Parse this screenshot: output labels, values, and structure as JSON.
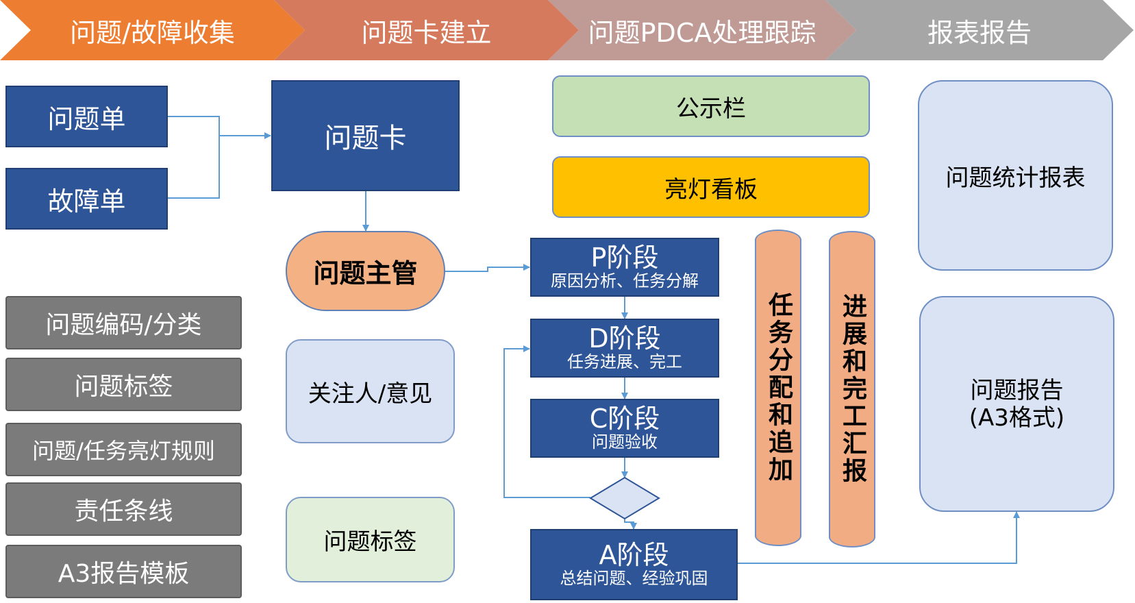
{
  "header": {
    "stages": [
      {
        "label": "问题/故障收集",
        "color": "#ed7d31"
      },
      {
        "label": "问题卡建立",
        "color": "#d57a5c"
      },
      {
        "label": "问题PDCA处理跟踪",
        "color": "#c09a94"
      },
      {
        "label": "报表报告",
        "color": "#a6a6a6"
      }
    ]
  },
  "collection": {
    "issue_ticket": "问题单",
    "fault_ticket": "故障单"
  },
  "config": {
    "items": [
      "问题编码/分类",
      "问题标签",
      "问题/任务亮灯规则",
      "责任条线",
      "A3报告模板"
    ]
  },
  "card": {
    "issue_card": "问题卡",
    "manager": "问题主管",
    "followers": "关注人/意见",
    "tags": "问题标签"
  },
  "pdca": {
    "bulletin": "公示栏",
    "light_board": "亮灯看板",
    "p_title": "P阶段",
    "p_sub": "原因分析、任务分解",
    "d_title": "D阶段",
    "d_sub": "任务进展、完工",
    "c_title": "C阶段",
    "c_sub": "问题验收",
    "a_title": "A阶段",
    "a_sub": "总结问题、经验巩固",
    "pill_assign": "任务分配和追加",
    "pill_report": "进展和完工汇报"
  },
  "reports": {
    "stats": "问题统计报表",
    "report_line1": "问题报告",
    "report_line2": "(A3格式)"
  },
  "colors": {
    "navy": "#2e5597",
    "gray": "#7b7b7b",
    "green": "#c5e0b4",
    "yellow": "#ffc000",
    "orange_light": "#f2ac84",
    "blue_light": "#dae3f3",
    "green_light": "#e2efda",
    "connector": "#5b9bd5"
  }
}
